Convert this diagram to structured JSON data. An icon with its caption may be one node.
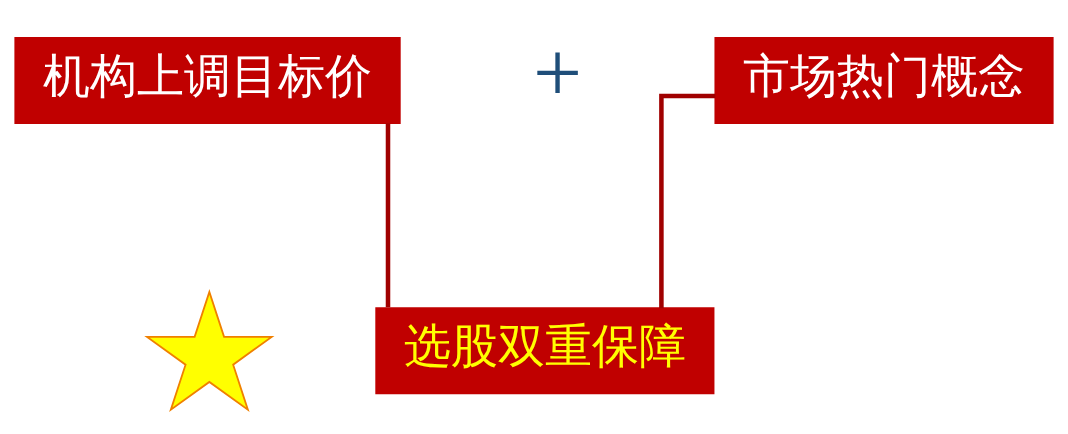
{
  "diagram": {
    "nodes": [
      {
        "text": [
          "机构上调目标价"
        ]
      },
      {
        "text": [
          "市场热门概念"
        ]
      },
      {
        "text": [],
        "shape": "star"
      },
      {
        "text": [
          "选股双重保障"
        ]
      }
    ],
    "edges": [
      {
        "from": 0,
        "to": 3,
        "arrow": "none"
      },
      {
        "from": 1,
        "to": 3,
        "arrow": "none"
      }
    ],
    "labels": [
      "+"
    ]
  }
}
